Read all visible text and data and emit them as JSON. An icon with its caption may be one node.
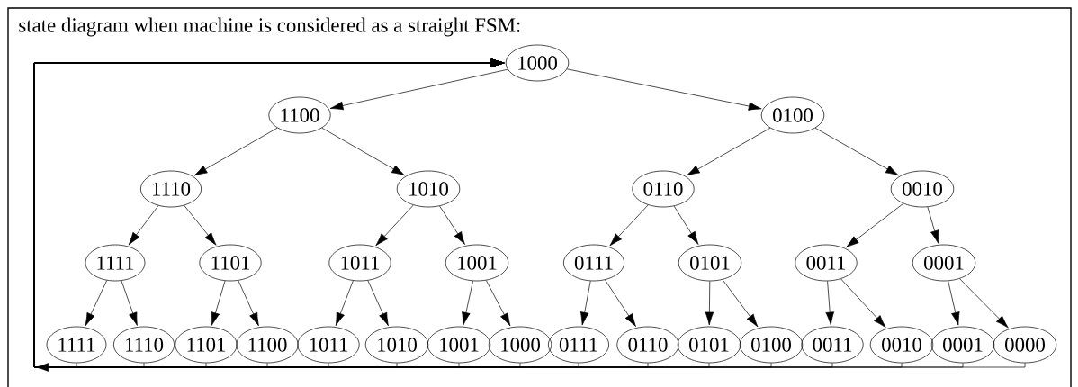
{
  "diagram": {
    "title": "state diagram when machine is considered as a straight FSM:",
    "nodes": [
      {
        "text": [
          "1000"
        ]
      },
      {
        "text": [
          "1100"
        ]
      },
      {
        "text": [
          "0100"
        ]
      },
      {
        "text": [
          "1110"
        ]
      },
      {
        "text": [
          "1010"
        ]
      },
      {
        "text": [
          "0110"
        ]
      },
      {
        "text": [
          "0010"
        ]
      },
      {
        "text": [
          "1111"
        ]
      },
      {
        "text": [
          "1101"
        ]
      },
      {
        "text": [
          "1011"
        ]
      },
      {
        "text": [
          "1001"
        ]
      },
      {
        "text": [
          "0111"
        ]
      },
      {
        "text": [
          "0101"
        ]
      },
      {
        "text": [
          "0011"
        ]
      },
      {
        "text": [
          "0001"
        ]
      },
      {
        "text": [
          "1111"
        ]
      },
      {
        "text": [
          "1110"
        ]
      },
      {
        "text": [
          "1101"
        ]
      },
      {
        "text": [
          "1100"
        ]
      },
      {
        "text": [
          "1011"
        ]
      },
      {
        "text": [
          "1010"
        ]
      },
      {
        "text": [
          "1001"
        ]
      },
      {
        "text": [
          "1000"
        ]
      },
      {
        "text": [
          "0111"
        ]
      },
      {
        "text": [
          "0110"
        ]
      },
      {
        "text": [
          "0101"
        ]
      },
      {
        "text": [
          "0100"
        ]
      },
      {
        "text": [
          "0011"
        ]
      },
      {
        "text": [
          "0010"
        ]
      },
      {
        "text": [
          "0001"
        ]
      },
      {
        "text": [
          "0000"
        ]
      }
    ],
    "edges": [
      {
        "from": 0,
        "to": 1,
        "arrow": "to"
      },
      {
        "from": 0,
        "to": 2,
        "arrow": "to"
      },
      {
        "from": 1,
        "to": 3,
        "arrow": "to"
      },
      {
        "from": 1,
        "to": 4,
        "arrow": "to"
      },
      {
        "from": 2,
        "to": 5,
        "arrow": "to"
      },
      {
        "from": 2,
        "to": 6,
        "arrow": "to"
      },
      {
        "from": 3,
        "to": 7,
        "arrow": "to"
      },
      {
        "from": 3,
        "to": 8,
        "arrow": "to"
      },
      {
        "from": 4,
        "to": 9,
        "arrow": "to"
      },
      {
        "from": 4,
        "to": 10,
        "arrow": "to"
      },
      {
        "from": 5,
        "to": 11,
        "arrow": "to"
      },
      {
        "from": 5,
        "to": 12,
        "arrow": "to"
      },
      {
        "from": 6,
        "to": 13,
        "arrow": "to"
      },
      {
        "from": 6,
        "to": 14,
        "arrow": "to"
      },
      {
        "from": 7,
        "to": 15,
        "arrow": "to"
      },
      {
        "from": 7,
        "to": 16,
        "arrow": "to"
      },
      {
        "from": 8,
        "to": 17,
        "arrow": "to"
      },
      {
        "from": 8,
        "to": 18,
        "arrow": "to"
      },
      {
        "from": 9,
        "to": 19,
        "arrow": "to"
      },
      {
        "from": 9,
        "to": 20,
        "arrow": "to"
      },
      {
        "from": 10,
        "to": 21,
        "arrow": "to"
      },
      {
        "from": 10,
        "to": 22,
        "arrow": "to"
      },
      {
        "from": 11,
        "to": 23,
        "arrow": "to"
      },
      {
        "from": 11,
        "to": 24,
        "arrow": "to"
      },
      {
        "from": 12,
        "to": 25,
        "arrow": "to"
      },
      {
        "from": 12,
        "to": 26,
        "arrow": "to"
      },
      {
        "from": 13,
        "to": 27,
        "arrow": "to"
      },
      {
        "from": 13,
        "to": 28,
        "arrow": "to"
      },
      {
        "from": 14,
        "to": 29,
        "arrow": "to"
      },
      {
        "from": 14,
        "to": 30,
        "arrow": "to"
      },
      {
        "from": 15,
        "to": 0,
        "arrow": "to"
      },
      {
        "from": 16,
        "to": 0,
        "arrow": "to"
      },
      {
        "from": 17,
        "to": 0,
        "arrow": "to"
      },
      {
        "from": 18,
        "to": 0,
        "arrow": "to"
      },
      {
        "from": 19,
        "to": 0,
        "arrow": "to"
      },
      {
        "from": 20,
        "to": 0,
        "arrow": "to"
      },
      {
        "from": 21,
        "to": 0,
        "arrow": "to"
      },
      {
        "from": 22,
        "to": 0,
        "arrow": "to"
      },
      {
        "from": 23,
        "to": 0,
        "arrow": "to"
      },
      {
        "from": 24,
        "to": 0,
        "arrow": "to"
      },
      {
        "from": 25,
        "to": 0,
        "arrow": "to"
      },
      {
        "from": 26,
        "to": 0,
        "arrow": "to"
      },
      {
        "from": 27,
        "to": 0,
        "arrow": "to"
      },
      {
        "from": 28,
        "to": 0,
        "arrow": "to"
      },
      {
        "from": 29,
        "to": 0,
        "arrow": "to"
      },
      {
        "from": 30,
        "to": 0,
        "arrow": "to"
      }
    ]
  }
}
